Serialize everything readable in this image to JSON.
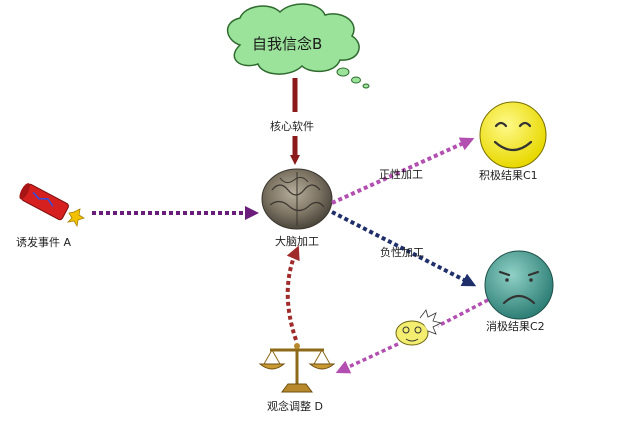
{
  "nodes": {
    "belief": "自我信念B",
    "core_software": "核心软件",
    "trigger": "诱发事件 A",
    "brain": "大脑加工",
    "positive_processing": "正性加工",
    "negative_processing": "负性加工",
    "positive_result": "积极结果C1",
    "negative_result": "消极结果C2",
    "adjustment": "观念调整 D"
  },
  "icons": {
    "cloud": "thought-cloud-icon",
    "firecracker": "firecracker-icon",
    "brain": "brain-icon",
    "happy_face": "happy-face-icon",
    "sad_face": "sad-face-icon",
    "scales": "balance-scale-icon",
    "dizzy": "dizzy-face-icon"
  },
  "colors": {
    "cloud_fill": "#9be39b",
    "belief_arrow": "#8b1a1a",
    "trigger_arrow": "#6a1d7a",
    "positive_arrow": "#b24fb0",
    "negative_arrow": "#1f2f6a",
    "adjust_arrow": "#a02b2b",
    "happy_fill": "#f6f00f",
    "sad_fill": "#4fa39a"
  }
}
